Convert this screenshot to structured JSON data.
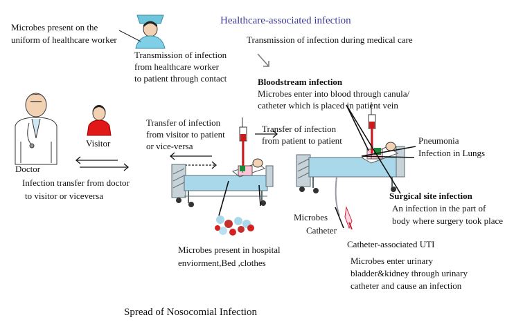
{
  "title": "Healthcare-associated infection",
  "subtitle": "Transmission of infection during medical care",
  "caption": "Spread of Nosocomial Infection",
  "labels": {
    "uniform": [
      "Microbes present on the",
      "uniform of healthcare worker"
    ],
    "hcw_transmission": [
      "Transmission of infection",
      "from healthcare worker",
      "to patient through contact"
    ],
    "bloodstream_title": "Bloodstream infection",
    "bloodstream_desc": [
      "Microbes enter into blood through canula/",
      "catheter which is placed in patient vein"
    ],
    "visitor": "Visitor",
    "doctor": "Doctor",
    "visitor_patient": [
      "Transfer of infection",
      "from visitor to patient",
      "or vice-versa"
    ],
    "patient_patient": [
      "Transfer of infection",
      "from patient to patient"
    ],
    "pneumonia": [
      "Pneumonia",
      "Infection in Lungs"
    ],
    "doctor_visitor": [
      "Infection transfer from doctor",
      "to visitor or viceversa"
    ],
    "surgical_title": "Surgical site infection",
    "surgical_desc": [
      "An infection in the part of",
      "body where surgery took place"
    ],
    "microbes_catheter": [
      "Microbes",
      "Catheter"
    ],
    "hospital_env": [
      "Microbes present in hospital",
      "enviorment,Bed ,clothes"
    ],
    "uti_title": "Catheter-associated UTI",
    "uti_desc": [
      "Microbes enter urinary",
      "bladder&kidney through urinary",
      "catheter and cause an infection"
    ]
  },
  "colors": {
    "title": "#3a3a9a",
    "bed_blue": "#a8d8ea",
    "bed_frame": "#5a6b72",
    "blood": "#cc1a1a",
    "microbe": "#d42020",
    "visitor_red": "#e01818",
    "nurse_cap": "#6ec6dd"
  }
}
